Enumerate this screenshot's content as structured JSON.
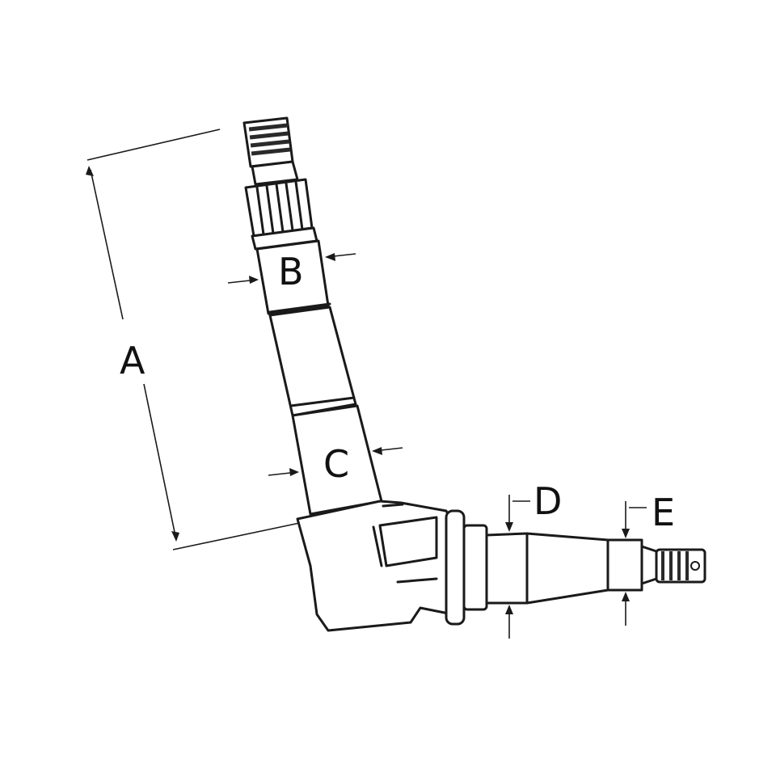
{
  "diagram": {
    "dimension_labels": {
      "a": "A",
      "b": "B",
      "c": "C",
      "d": "D",
      "e": "E"
    }
  }
}
